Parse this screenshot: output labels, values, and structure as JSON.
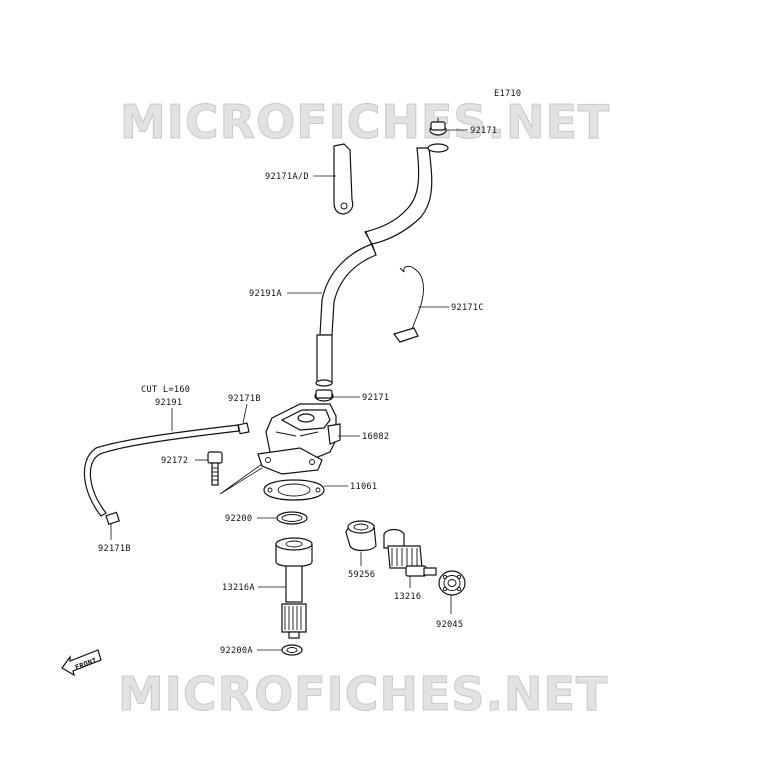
{
  "diagram_code": "E1710",
  "watermark_text": "MICROFICHES.NET",
  "front_label": "FRONT",
  "cut_note": "CUT L=160",
  "parts": {
    "p92171_top": "92171",
    "p92171A_D": "92171A/D",
    "p92191A": "92191A",
    "p92171C": "92171C",
    "p92191": "92191",
    "p92171B_top": "92171B",
    "p92171_mid": "92171",
    "p16082": "16082",
    "p92172": "92172",
    "p11061": "11061",
    "p92200": "92200",
    "p92171B_bot": "92171B",
    "p59256": "59256",
    "p13216": "13216",
    "p13216A": "13216A",
    "p92045": "92045",
    "p92200A": "92200A"
  },
  "colors": {
    "line": "#111111",
    "watermark_fill": "#e2e2e2",
    "watermark_stroke": "#c9c9c9",
    "background": "#ffffff"
  }
}
